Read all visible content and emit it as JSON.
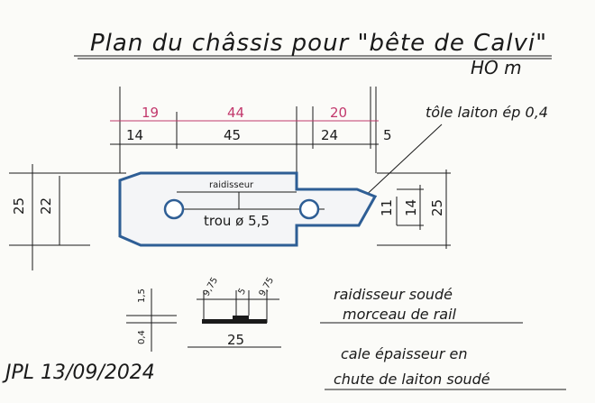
{
  "title": "Plan du châssis pour \"bête de Calvi\"",
  "scale": "HO m",
  "dims_top_red": [
    "19",
    "44",
    "20"
  ],
  "dims_top_black": [
    "14",
    "45",
    "24",
    "5"
  ],
  "label_raidisseur": "raidisseur",
  "label_trou": "trou ø 5,5",
  "label_tole": "tôle laiton ép 0,4",
  "dims_left": [
    "25",
    "22"
  ],
  "dims_right": [
    "11",
    "14",
    "25"
  ],
  "dims_detail_top": [
    "9,75",
    "5",
    "9,75"
  ],
  "dims_detail_left": [
    "1,5",
    "0,4"
  ],
  "dim_detail_bottom": "25",
  "note_1_line1": "raidisseur soudé",
  "note_1_line2": "morceau de rail",
  "note_2_line1": "cale épaisseur en",
  "note_2_line2": "chute de laiton soudé",
  "signature": "JPL 13/09/2024"
}
